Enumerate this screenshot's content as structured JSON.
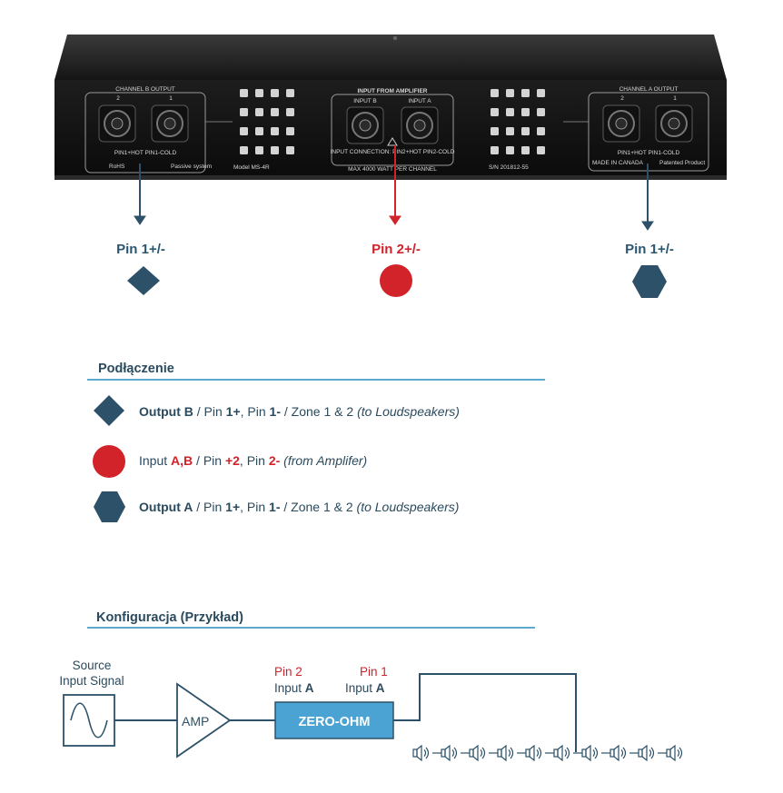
{
  "device": {
    "channel_b_label": "CHANNEL B OUTPUT",
    "input_from_amp_label": "INPUT FROM AMPLIFIER",
    "input_b_label": "INPUT B",
    "input_a_label": "INPUT A",
    "channel_a_label": "CHANNEL A OUTPUT",
    "passive_system": "Passive system",
    "model": "Model MS-4R",
    "rohs": "RoHS",
    "max_watt": "MAX 4000 WATT PER CHANNEL",
    "serial": "S/N 201812-55",
    "made_in": "MADE IN CANADA",
    "patented": "Patented Product",
    "jack_b_2": "2",
    "jack_b_1": "1",
    "jack_a_2": "2",
    "jack_a_1": "1",
    "pin_note": "PIN1+HOT PIN1-COLD",
    "input_conn_note": "INPUT CONNECTION: PIN2+HOT PIN2-COLD"
  },
  "pins": {
    "left": "Pin 1+/-",
    "center": "Pin 2+/-",
    "right": "Pin 1+/-"
  },
  "colors": {
    "navy": "#2d5168",
    "red": "#d2232a",
    "accent": "#5ea9cf",
    "box": "#4aa3d3"
  },
  "legend": {
    "title": "Podłączenie",
    "row1": {
      "a": "Output B",
      "b": " / Pin ",
      "c": "1+",
      ",d": "",
      "d": ", Pin ",
      "e": "1-",
      "f": " / Zone 1 & 2 ",
      "g": "(to Loudspeakers)"
    },
    "row2": {
      "a": "Input ",
      "b": "A,B",
      "c": " / Pin ",
      "d": "+2",
      "e": ", Pin ",
      "f": "2-",
      "g": " (from Amplifer)"
    },
    "row3": {
      "a": "Output A",
      "b": " / Pin ",
      "c": "1+",
      "d": ", Pin ",
      "e": "1-",
      "f": " / Zone 1 & 2 ",
      "g": "(to Loudspeakers)"
    }
  },
  "config": {
    "title": "Konfiguracja (Przykład)",
    "source_line1": "Source",
    "source_line2": "Input Signal",
    "amp": "AMP",
    "box": "ZERO-OHM",
    "pin2": "Pin 2",
    "pin1": "Pin 1",
    "input_word": "Input ",
    "input_letter": "A",
    "speaker_count": 10
  }
}
